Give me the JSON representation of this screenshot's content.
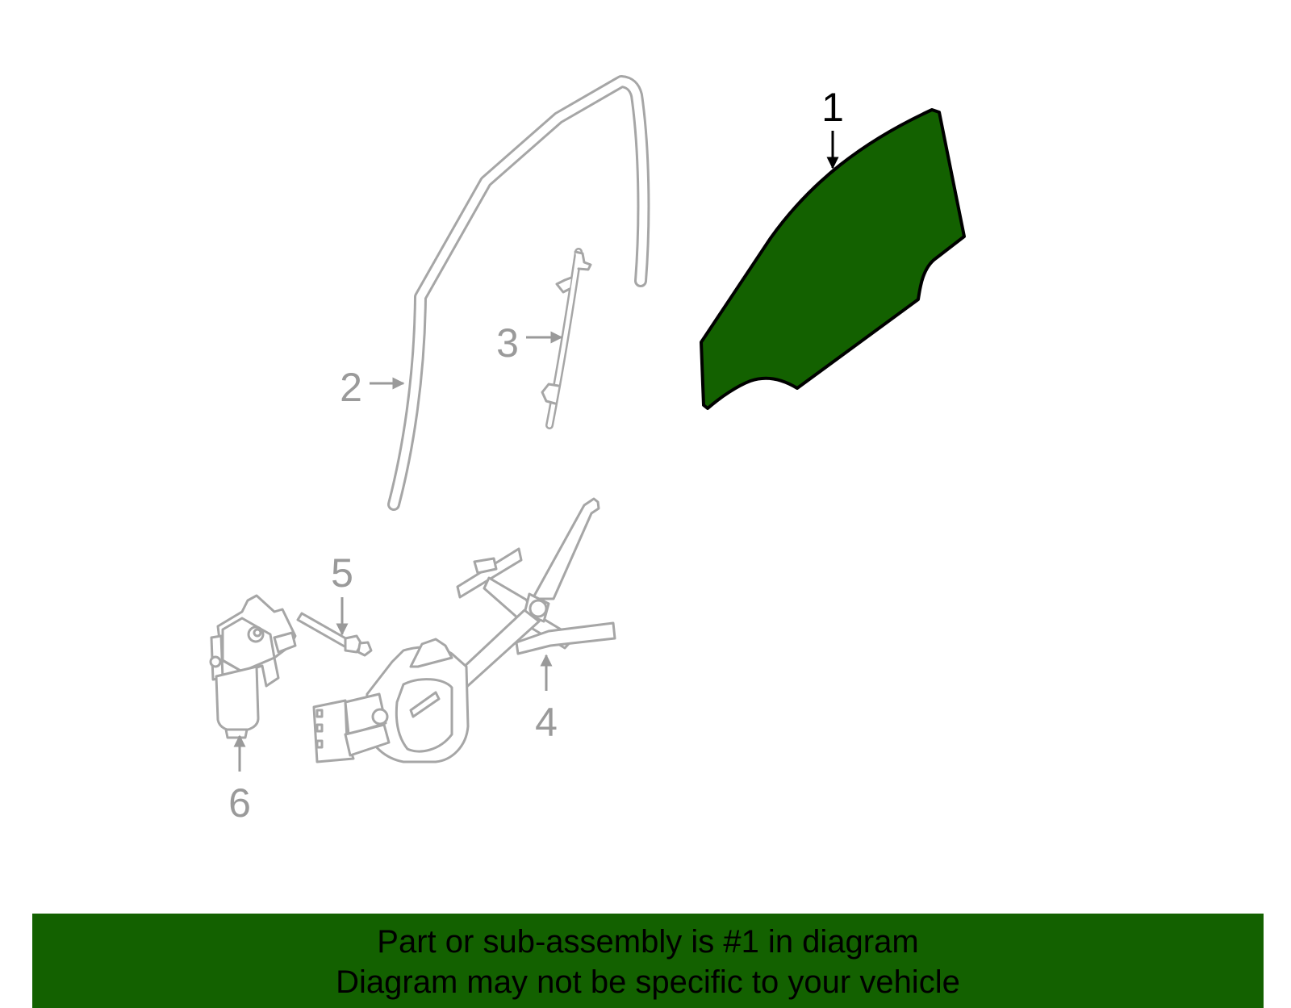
{
  "callouts": [
    {
      "number": "1",
      "part": "door-glass",
      "highlighted": true
    },
    {
      "number": "2",
      "part": "run-channel"
    },
    {
      "number": "3",
      "part": "guide-channel"
    },
    {
      "number": "4",
      "part": "window-regulator"
    },
    {
      "number": "5",
      "part": "regulator-bolt"
    },
    {
      "number": "6",
      "part": "regulator-motor"
    }
  ],
  "banner": {
    "line1": "Part or sub-assembly is #1 in diagram",
    "line2": "Diagram may not be specific to your vehicle"
  },
  "colors": {
    "highlight_fill": "#136100",
    "banner_background": "#136100",
    "part_outline": "#a6a6a6",
    "highlight_outline": "#000000",
    "label_gray": "#9a9a9a",
    "label_black": "#000000"
  }
}
